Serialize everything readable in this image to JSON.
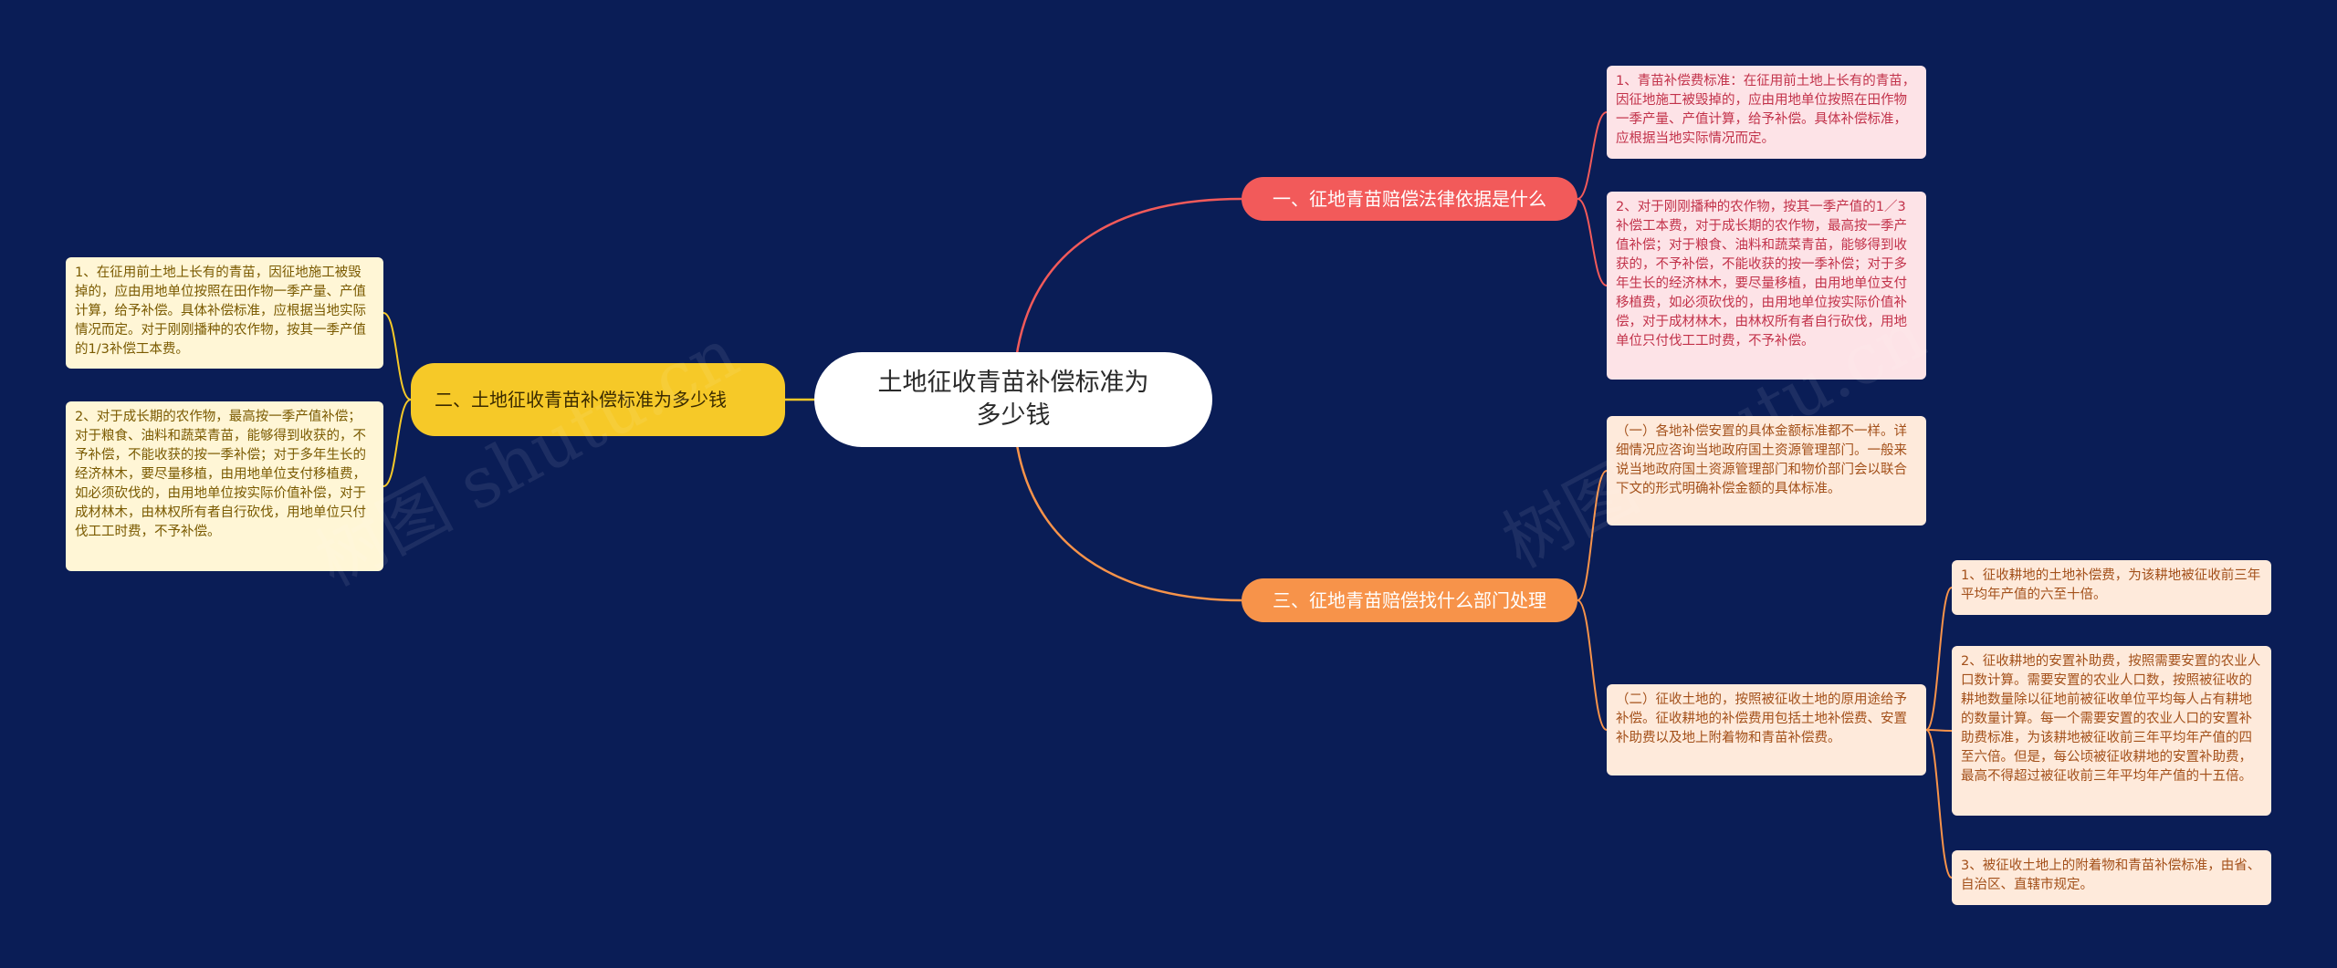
{
  "root": {
    "label": "土地征收青苗补偿标准为多少钱"
  },
  "branches": {
    "b1": {
      "label": "一、征地青苗赔偿法律依据是什么"
    },
    "b2": {
      "label": "二、土地征收青苗补偿标准为多少钱"
    },
    "b3": {
      "label": "三、征地青苗赔偿找什么部门处理"
    }
  },
  "leaves": {
    "l1": "1、青苗补偿费标准：在征用前土地上长有的青苗，因征地施工被毁掉的，应由用地单位按照在田作物一季产量、产值计算，给予补偿。具体补偿标准，应根据当地实际情况而定。",
    "l2": "2、对于刚刚播种的农作物，按其一季产值的1／3补偿工本费，对于成长期的农作物，最高按一季产值补偿；对于粮食、油料和蔬菜青苗，能够得到收获的，不予补偿，不能收获的按一季补偿；对于多年生长的经济林木，要尽量移植，由用地单位支付移植费，如必须砍伐的，由用地单位按实际价值补偿，对于成材林木，由林权所有者自行砍伐，用地单位只付伐工工时费，不予补偿。",
    "l3": "1、在征用前土地上长有的青苗，因征地施工被毁掉的，应由用地单位按照在田作物一季产量、产值计算，给予补偿。具体补偿标准，应根据当地实际情况而定。对于刚刚播种的农作物，按其一季产值的1/3补偿工本费。",
    "l4": "2、对于成长期的农作物，最高按一季产值补偿；对于粮食、油料和蔬菜青苗，能够得到收获的，不予补偿，不能收获的按一季补偿；对于多年生长的经济林木，要尽量移植，由用地单位支付移植费，如必须砍伐的，由用地单位按实际价值补偿，对于成材林木，由林权所有者自行砍伐，用地单位只付伐工工时费，不予补偿。",
    "l5": "（一）各地补偿安置的具体金额标准都不一样。详细情况应咨询当地政府国土资源管理部门。一般来说当地政府国土资源管理部门和物价部门会以联合下文的形式明确补偿金额的具体标准。",
    "l6": "（二）征收土地的，按照被征收土地的原用途给予补偿。征收耕地的补偿费用包括土地补偿费、安置补助费以及地上附着物和青苗补偿费。",
    "l7": "1、征收耕地的土地补偿费，为该耕地被征收前三年平均年产值的六至十倍。",
    "l8": "2、征收耕地的安置补助费，按照需要安置的农业人口数计算。需要安置的农业人口数，按照被征收的耕地数量除以征地前被征收单位平均每人占有耕地的数量计算。每一个需要安置的农业人口的安置补助费标准，为该耕地被征收前三年平均年产值的四至六倍。但是，每公顷被征收耕地的安置补助费，最高不得超过被征收前三年平均年产值的十五倍。",
    "l9": "3、被征收土地上的附着物和青苗补偿标准，由省、自治区、直辖市规定。"
  },
  "watermark": "树图 shutu.cn",
  "colors": {
    "background": "#0a1d56",
    "branch1": "#f25a5a",
    "branch2": "#f6c928",
    "branch3": "#f7934a"
  }
}
